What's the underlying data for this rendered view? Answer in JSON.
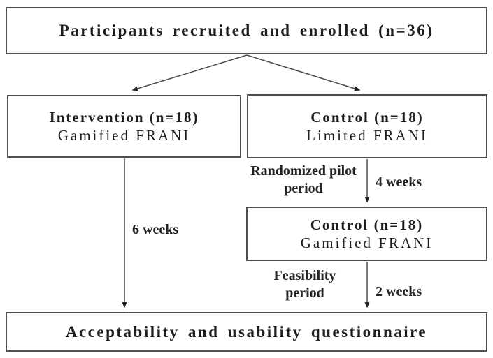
{
  "flowchart": {
    "enrollment": {
      "label": "Participants recruited and enrolled (n=36)"
    },
    "intervention": {
      "title": "Intervention (n=18)",
      "subtitle": "Gamified FRANI"
    },
    "control_initial": {
      "title": "Control (n=18)",
      "subtitle": "Limited FRANI"
    },
    "control_crossover": {
      "title": "Control (n=18)",
      "subtitle": "Gamified FRANI"
    },
    "outcome": {
      "label": "Acceptability and usability questionnaire"
    },
    "annotations": {
      "intervention_duration": "6 weeks",
      "randomized_period_line1": "Randomized pilot",
      "randomized_period_line2": "period",
      "randomized_duration": "4 weeks",
      "feasibility_period_line1": "Feasibility",
      "feasibility_period_line2": "period",
      "feasibility_duration": "2 weeks"
    },
    "colors": {
      "background": "#ffffff",
      "box_border": "#4e4e4e",
      "text": "#1e1e1e",
      "connector": "#4a4a4a",
      "arrowhead": "#222222"
    }
  }
}
